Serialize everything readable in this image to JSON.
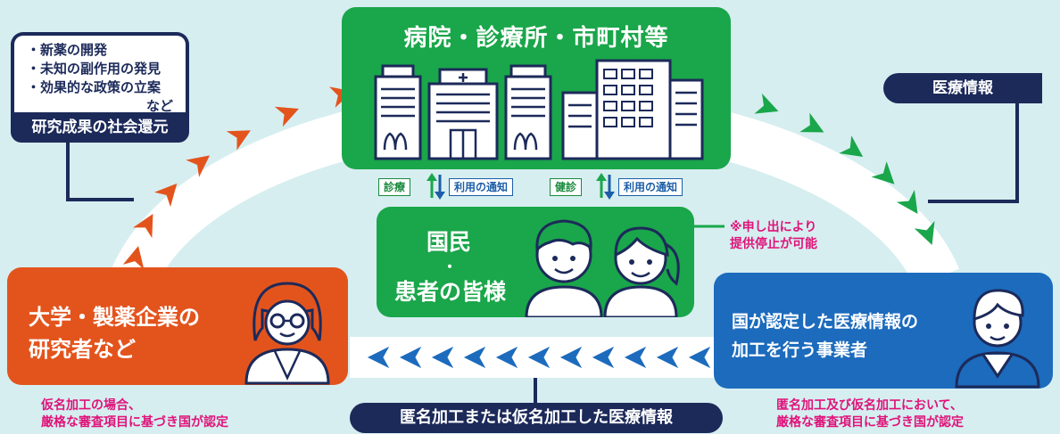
{
  "hospital": {
    "title": "病院・診療所・市町村等"
  },
  "research_results": {
    "items": [
      "・新薬の開発",
      "・未知の副作用の発見",
      "・効果的な政策の立案",
      "など"
    ],
    "label": "研究成果の社会還元"
  },
  "medical_info_label": "医療情報",
  "flow_tags": {
    "consult": "診療",
    "usage_notice_1": "利用の通知",
    "checkup": "健診",
    "usage_notice_2": "利用の通知"
  },
  "citizens": {
    "line1": "国民",
    "line2": "・",
    "line3": "患者の皆様"
  },
  "stop_note": {
    "line1": "※申し出により",
    "line2": "提供停止が可能"
  },
  "university": {
    "line1": "大学・製薬企業の",
    "line2": "研究者など"
  },
  "operator": {
    "line1": "国が認定した医療情報の",
    "line2": "加工を行う事業者"
  },
  "bottom_label": "匿名加工または仮名加工した医療情報",
  "notes": {
    "left_line1": "仮名加工の場合、",
    "left_line2": "厳格な審査項目に基づき国が認定",
    "right_line1": "匿名加工及び仮名加工において、",
    "right_line2": "厳格な審査項目に基づき国が認定"
  },
  "colors": {
    "green": "#1aa64a",
    "orange": "#e3541d",
    "blue": "#1c6bbd",
    "navy": "#1c2a5a",
    "pink": "#e0137a",
    "background": "#d6eef0"
  }
}
